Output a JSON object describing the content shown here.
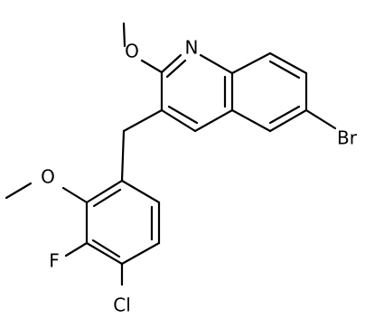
{
  "molecule": {
    "atom_labels": {
      "nitrogen": "N",
      "methoxy_oxygen_quinoline": "O",
      "bromine": "Br",
      "methoxy_oxygen_benzyl": "O",
      "fluorine": "F",
      "chlorine": "Cl"
    },
    "colors": {
      "bonds": "#000000",
      "labels": "#000000",
      "background": "#ffffff"
    }
  }
}
